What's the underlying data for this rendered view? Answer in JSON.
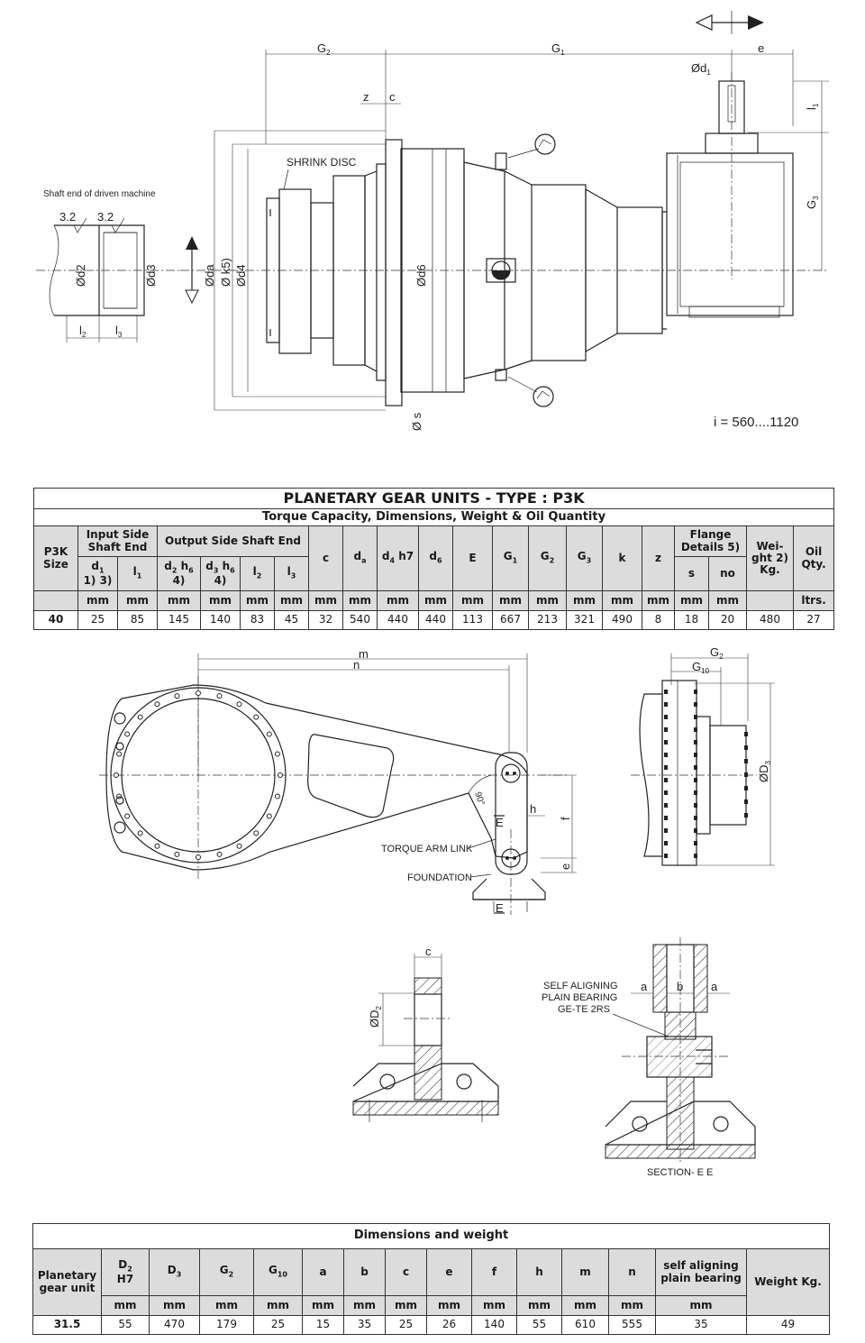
{
  "drawing_top": {
    "g1": "G",
    "g1_sub": "1",
    "g2": "G",
    "g2_sub": "2",
    "g3": "G",
    "g3_sub": "3",
    "e": "e",
    "z": "z",
    "c": "c",
    "d1": "Ød",
    "d1_sub": "1",
    "l1": "l",
    "l1_sub": "1",
    "shrink_disc": "SHRINK DISC",
    "shaft_end": "Shaft end of driven machine",
    "roughness_1": "3.2",
    "roughness_2": "3.2",
    "d2": "Ød2",
    "d3": "Ød3",
    "l2": "l",
    "l2_sub": "2",
    "l3": "l",
    "l3_sub": "3",
    "da": "Øda",
    "k5": "Ø k5)",
    "d4": "Ød4",
    "d6": "Ød6",
    "s": "Ø s",
    "ratio": "i  = 560....1120"
  },
  "table1": {
    "title": "PLANETARY GEAR UNITS - TYPE : P3K",
    "subtitle": "Torque Capacity, Dimensions, Weight & Oil Quantity",
    "size_label": "P3K Size",
    "group_input": "Input Side Shaft End",
    "group_output": "Output Side Shaft End",
    "group_flange": "Flange Details  5)",
    "headers": {
      "d1": "d",
      "d1_sub": "1",
      "d1_note": "1)  3)",
      "l1": "l",
      "l1_sub": "1",
      "d2": "d",
      "d2_sub": "2",
      "d2_tol": " h",
      "d2_tol_sub": "6",
      "d2_note": "4)",
      "d3": "d",
      "d3_sub": "3",
      "d3_tol": " h",
      "d3_tol_sub": "6",
      "d3_note": "4)",
      "l2": "l",
      "l2_sub": "2",
      "l3": "l",
      "l3_sub": "3",
      "c": "c",
      "da": "d",
      "da_sub": "a",
      "d4": "d",
      "d4_sub": "4",
      "d4_tol": " h7",
      "d6": "d",
      "d6_sub": "6",
      "E": "E",
      "G1": "G",
      "G1_sub": "1",
      "G2": "G",
      "G2_sub": "2",
      "G3": "G",
      "G3_sub": "3",
      "k": "k",
      "z": "z",
      "s": "s",
      "no": "no",
      "weight": "Wei- ght 2) Kg.",
      "oil": "Oil Qty."
    },
    "units": [
      "mm",
      "mm",
      "mm",
      "mm",
      "mm",
      "mm",
      "mm",
      "mm",
      "mm",
      "mm",
      "mm",
      "mm",
      "mm",
      "mm",
      "mm",
      "mm",
      "mm",
      "mm",
      "",
      "ltrs."
    ],
    "row": [
      "40",
      "25",
      "85",
      "145",
      "140",
      "83",
      "45",
      "32",
      "540",
      "440",
      "440",
      "113",
      "667",
      "213",
      "321",
      "490",
      "8",
      "18",
      "20",
      "480",
      "27"
    ]
  },
  "drawing_arm": {
    "m": "m",
    "n": "n",
    "angle": "90°",
    "h": "h",
    "f": "f",
    "e": "e",
    "E_top": "E",
    "E_bottom": "E",
    "torque_arm_link": "TORQUE ARM LINK",
    "foundation": "FOUNDATION",
    "g2": "G",
    "g2_sub": "2",
    "g10": "G",
    "g10_sub": "10",
    "D3": "ØD",
    "D3_sub": "3"
  },
  "drawing_section": {
    "c": "c",
    "D2": "ØD",
    "D2_sub": "2",
    "a_left": "a",
    "b": "b",
    "a_right": "a",
    "bearing_line1": "SELF ALIGNING",
    "bearing_line2": "PLAIN BEARING",
    "bearing_line3": "GE-TE 2RS",
    "section": "SECTION- E E"
  },
  "table2": {
    "title": "Dimensions and weight",
    "unit_label": "Planetary gear unit",
    "headers": {
      "D2": "D",
      "D2_sub": "2",
      "D2_tol": "H7",
      "D3": "D",
      "D3_sub": "3",
      "G2": "G",
      "G2_sub": "2",
      "G10": "G",
      "G10_sub": "10",
      "a": "a",
      "b": "b",
      "c": "c",
      "e": "e",
      "f": "f",
      "h": "h",
      "m": "m",
      "n": "n",
      "bearing": "self aligning plain bearing",
      "weight": "Weight Kg."
    },
    "units": [
      "mm",
      "mm",
      "mm",
      "mm",
      "mm",
      "mm",
      "mm",
      "mm",
      "mm",
      "mm",
      "mm",
      "mm",
      "mm"
    ],
    "row": [
      "31.5",
      "55",
      "470",
      "179",
      "25",
      "15",
      "35",
      "25",
      "26",
      "140",
      "55",
      "610",
      "555",
      "35",
      "49"
    ]
  }
}
